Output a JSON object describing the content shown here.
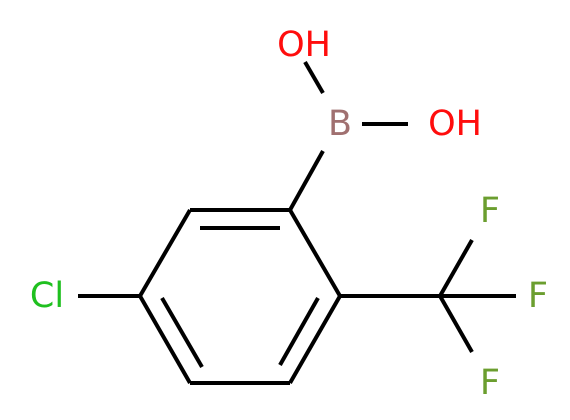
{
  "molecule": {
    "atoms": {
      "oh_top": {
        "label": "OH",
        "color": "#ff0d0d"
      },
      "boron": {
        "label": "B",
        "color": "#a07070"
      },
      "oh_right": {
        "label": "OH",
        "color": "#ff0d0d"
      },
      "chlorine": {
        "label": "Cl",
        "color": "#1fc01f"
      },
      "fluorine_top": {
        "label": "F",
        "color": "#6b9e2f"
      },
      "fluorine_right": {
        "label": "F",
        "color": "#6b9e2f"
      },
      "fluorine_bottom": {
        "label": "F",
        "color": "#6b9e2f"
      }
    },
    "bond_color": "#000000"
  }
}
